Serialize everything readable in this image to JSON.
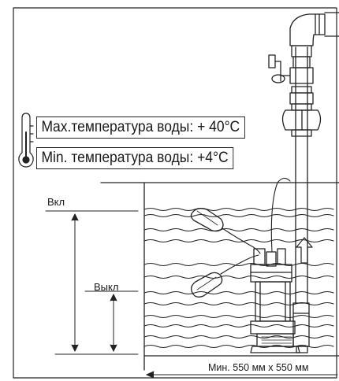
{
  "labels": {
    "max_temp": "Max.температура воды: + 40°C",
    "min_temp": "Min. температура воды: +4°C",
    "level_on": "Вкл",
    "level_off": "Выкл",
    "tank_size": "Мин. 550 мм x 550 мм"
  },
  "icons": {
    "thermometer": "thermometer-icon",
    "flow_arrow": "flow-up-arrow-icon"
  },
  "colors": {
    "line": "#222222",
    "paper": "#ffffff"
  }
}
